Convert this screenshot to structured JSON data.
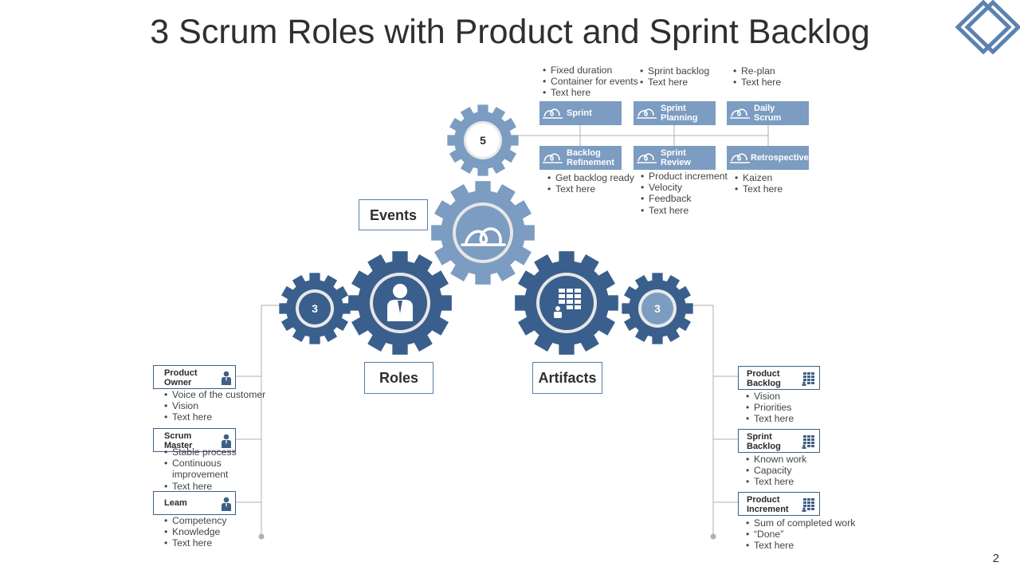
{
  "title": "3 Scrum Roles with Product and Sprint Backlog",
  "page_number": "2",
  "colors": {
    "light_gear": "#7c9cc1",
    "dark_gear": "#3a5f8c",
    "box_fill": "#7c9cc1",
    "border": "#3e5f86"
  },
  "gears": {
    "events_count": "5",
    "roles_count": "3",
    "artifacts_count": "3"
  },
  "categories": {
    "events": "Events",
    "roles": "Roles",
    "artifacts": "Artifacts"
  },
  "events": [
    {
      "label1": "Sprint",
      "label2": "",
      "bullets": [
        "Fixed duration",
        "Container for events",
        "Text here"
      ]
    },
    {
      "label1": "Sprint",
      "label2": "Planning",
      "bullets": [
        "Sprint backlog",
        "Text here"
      ]
    },
    {
      "label1": "Daily",
      "label2": "Scrum",
      "bullets": [
        "Re-plan",
        "Text here"
      ]
    },
    {
      "label1": "Backlog",
      "label2": "Refinement",
      "bullets": [
        "Get backlog ready",
        "Text here"
      ]
    },
    {
      "label1": "Sprint",
      "label2": "Review",
      "bullets": [
        "Product increment",
        "Velocity",
        "Feedback",
        "Text here"
      ]
    },
    {
      "label1": "Retrospective",
      "label2": "",
      "bullets": [
        "Kaizen",
        "Text here"
      ]
    }
  ],
  "roles": [
    {
      "label1": "Product",
      "label2": "Owner",
      "bullets": [
        "Voice of the customer",
        "Vision",
        "Text here"
      ]
    },
    {
      "label1": "Scrum",
      "label2": "Master",
      "bullets": [
        "Stable process",
        "Continuous",
        "improvement",
        "Text here"
      ]
    },
    {
      "label1": "Leam",
      "label2": "",
      "bullets": [
        "Competency",
        "Knowledge",
        "Text here"
      ]
    }
  ],
  "artifacts": [
    {
      "label1": "Product",
      "label2": "Backlog",
      "bullets": [
        "Vision",
        "Priorities",
        "Text here"
      ]
    },
    {
      "label1": "Sprint",
      "label2": "Backlog",
      "bullets": [
        "Known work",
        "Capacity",
        "Text here"
      ]
    },
    {
      "label1": "Product",
      "label2": "Increment",
      "bullets": [
        "Sum of completed work",
        "“Done”",
        "Text here"
      ]
    }
  ],
  "icons": [
    "logo-diamond-icon",
    "sprint-loop-icon",
    "person-icon",
    "backlog-grid-icon"
  ]
}
